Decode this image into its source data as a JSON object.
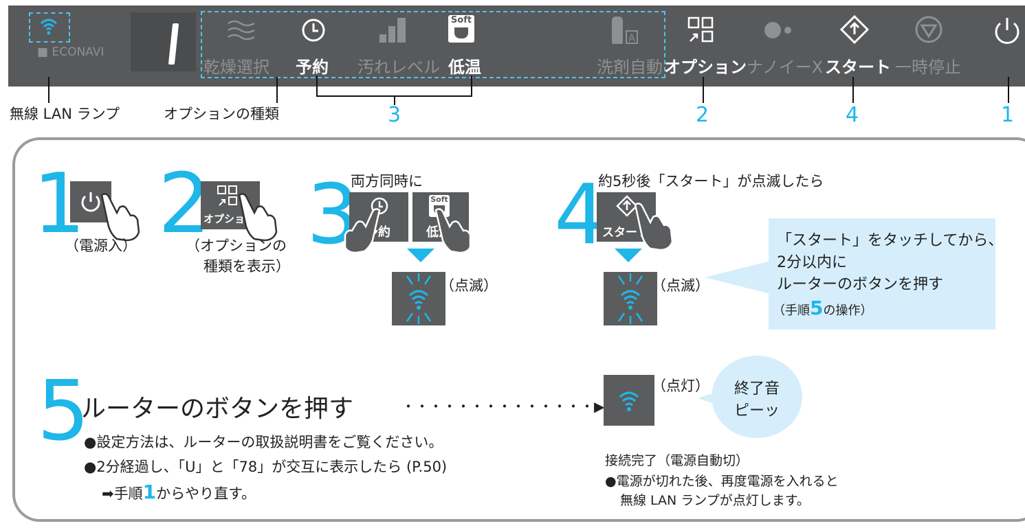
{
  "panel": {
    "econavi": "ECONAVI",
    "display_digit": "1",
    "dry": "乾燥選択",
    "reserve": "予約",
    "dirt": "汚れレベル",
    "soft_badge": "Soft",
    "low_temp": "低温",
    "detergent": "洗剤自動",
    "detergent_badge": "A",
    "option": "オプション",
    "nanoe": "ナノイーX",
    "start": "スタート",
    "pause": "一時停止"
  },
  "callouts": {
    "wifi_lamp": "無線 LAN ランプ",
    "option_types": "オプションの種類",
    "n3": "3",
    "n2": "2",
    "n4": "4",
    "n1": "1"
  },
  "steps": {
    "s1": {
      "num": "1",
      "caption": "（電源入）"
    },
    "s2": {
      "num": "2",
      "caption_line1": "（オプションの",
      "caption_line2": "種類を表示）",
      "btn": "オプション"
    },
    "s3": {
      "num": "3",
      "title": "両方同時に",
      "btn_a": "予約",
      "btn_b": "低温",
      "btn_b_badge": "Soft",
      "blink": "（点滅）"
    },
    "s4": {
      "num": "4",
      "title": "約5秒後「スタート」が点滅したら",
      "btn": "スタート",
      "blink": "（点滅）"
    },
    "info": {
      "line1": "「スタート」をタッチしてから、",
      "line2": "2分以内に",
      "line3": "ルーターのボタンを押す",
      "line4_pre": "（手順",
      "line4_num": "5",
      "line4_post": "の操作）"
    },
    "s5": {
      "num": "5",
      "title": "ルーターのボタンを押す",
      "dots": "・・・・・・・・・・・・・・▶",
      "bullet1": "●設定方法は、ルーターの取扱説明書をご覧ください。",
      "bullet2": "●2分経過し、「U」と「78」が交互に表示したら (P.50)",
      "bullet3_pre": "➡手順",
      "bullet3_num": "1",
      "bullet3_post": "からやり直す。"
    },
    "result": {
      "lit": "（点灯）",
      "sound_line1": "終了音",
      "sound_line2": "ピーッ",
      "done": "接続完了（電源自動切）",
      "note1": "●電源が切れた後、再度電源を入れると",
      "note2": "無線 LAN ランプが点灯します。"
    }
  },
  "colors": {
    "accent": "#1fb6e8",
    "panel": "#58595b",
    "info_bg": "#d6eefb"
  }
}
